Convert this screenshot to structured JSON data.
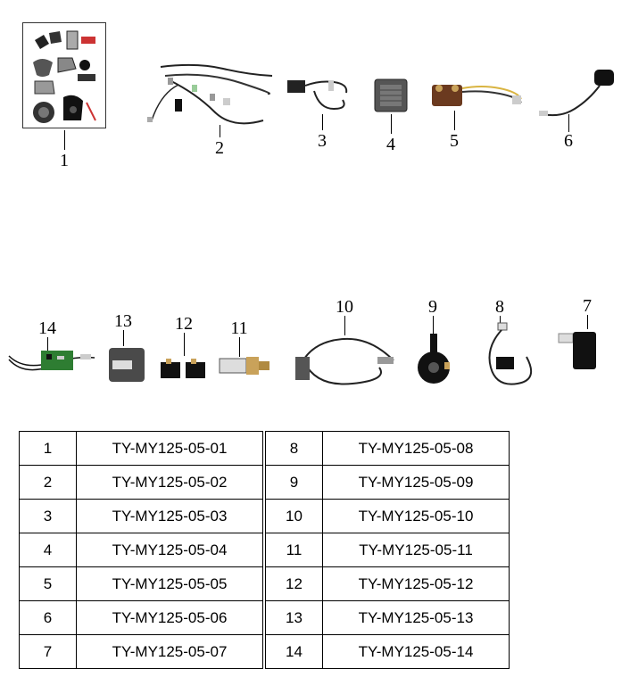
{
  "callouts": [
    "1",
    "2",
    "3",
    "4",
    "5",
    "6",
    "7",
    "8",
    "9",
    "10",
    "11",
    "12",
    "13",
    "14"
  ],
  "table": {
    "rows": [
      {
        "left_num": "1",
        "left_code": "TY-MY125-05-01",
        "right_num": "8",
        "right_code": "TY-MY125-05-08"
      },
      {
        "left_num": "2",
        "left_code": "TY-MY125-05-02",
        "right_num": "9",
        "right_code": "TY-MY125-05-09"
      },
      {
        "left_num": "3",
        "left_code": "TY-MY125-05-03",
        "right_num": "10",
        "right_code": "TY-MY125-05-10"
      },
      {
        "left_num": "4",
        "left_code": "TY-MY125-05-04",
        "right_num": "11",
        "right_code": "TY-MY125-05-11"
      },
      {
        "left_num": "5",
        "left_code": "TY-MY125-05-05",
        "right_num": "12",
        "right_code": "TY-MY125-05-12"
      },
      {
        "left_num": "6",
        "left_code": "TY-MY125-05-06",
        "right_num": "13",
        "right_code": "TY-MY125-05-13"
      },
      {
        "left_num": "7",
        "left_code": "TY-MY125-05-07",
        "right_num": "14",
        "right_code": "TY-MY125-05-14"
      }
    ]
  }
}
